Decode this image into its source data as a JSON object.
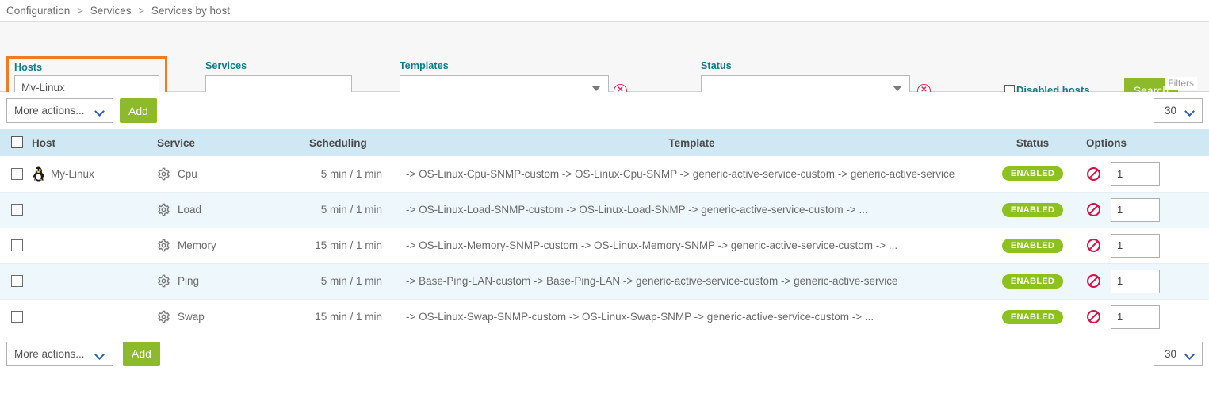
{
  "breadcrumb": {
    "items": [
      "Configuration",
      "Services",
      "Services by host"
    ],
    "separator": ">"
  },
  "filters": {
    "hosts": {
      "label": "Hosts",
      "value": "My-Linux",
      "placeholder": ""
    },
    "services": {
      "label": "Services",
      "value": "",
      "placeholder": ""
    },
    "templates": {
      "label": "Templates",
      "value": "",
      "clear_icon": "clear-circle-icon"
    },
    "status": {
      "label": "Status",
      "value": "",
      "clear_icon": "clear-circle-icon"
    },
    "disabled_hosts": {
      "label": "Disabled hosts",
      "checked": false
    },
    "search_button": "Search",
    "panel_tag": "Filters",
    "highlight_color": "#ef7c22",
    "label_color": "#0f7b8a",
    "accent_green": "#8cba2a"
  },
  "toolbar_top": {
    "more_actions": "More actions...",
    "add_label": "Add",
    "page_size": "30"
  },
  "toolbar_bottom": {
    "more_actions": "More actions...",
    "add_label": "Add",
    "page_size": "30"
  },
  "table": {
    "headers": {
      "host": "Host",
      "service": "Service",
      "scheduling": "Scheduling",
      "template": "Template",
      "status": "Status",
      "options": "Options"
    },
    "rows": [
      {
        "host": "My-Linux",
        "host_icon": "linux-penguin-icon",
        "service": "Cpu",
        "service_icon": "gear-icon",
        "scheduling": "5 min / 1 min",
        "template": "-> OS-Linux-Cpu-SNMP-custom -> OS-Linux-Cpu-SNMP -> generic-active-service-custom -> generic-active-service",
        "status": "ENABLED",
        "option_icon": "disable-forbidden-icon",
        "option_value": "1"
      },
      {
        "host": "",
        "host_icon": "",
        "service": "Load",
        "service_icon": "gear-icon",
        "scheduling": "5 min / 1 min",
        "template": "-> OS-Linux-Load-SNMP-custom -> OS-Linux-Load-SNMP -> generic-active-service-custom -> ...",
        "status": "ENABLED",
        "option_icon": "disable-forbidden-icon",
        "option_value": "1"
      },
      {
        "host": "",
        "host_icon": "",
        "service": "Memory",
        "service_icon": "gear-icon",
        "scheduling": "15 min / 1 min",
        "template": "-> OS-Linux-Memory-SNMP-custom -> OS-Linux-Memory-SNMP -> generic-active-service-custom -> ...",
        "status": "ENABLED",
        "option_icon": "disable-forbidden-icon",
        "option_value": "1"
      },
      {
        "host": "",
        "host_icon": "",
        "service": "Ping",
        "service_icon": "gear-icon",
        "scheduling": "5 min / 1 min",
        "template": "-> Base-Ping-LAN-custom -> Base-Ping-LAN -> generic-active-service-custom -> generic-active-service",
        "status": "ENABLED",
        "option_icon": "disable-forbidden-icon",
        "option_value": "1"
      },
      {
        "host": "",
        "host_icon": "",
        "service": "Swap",
        "service_icon": "gear-icon",
        "scheduling": "15 min / 1 min",
        "template": "-> OS-Linux-Swap-SNMP-custom -> OS-Linux-Swap-SNMP -> generic-active-service-custom -> ...",
        "status": "ENABLED",
        "option_icon": "disable-forbidden-icon",
        "option_value": "1"
      }
    ]
  }
}
